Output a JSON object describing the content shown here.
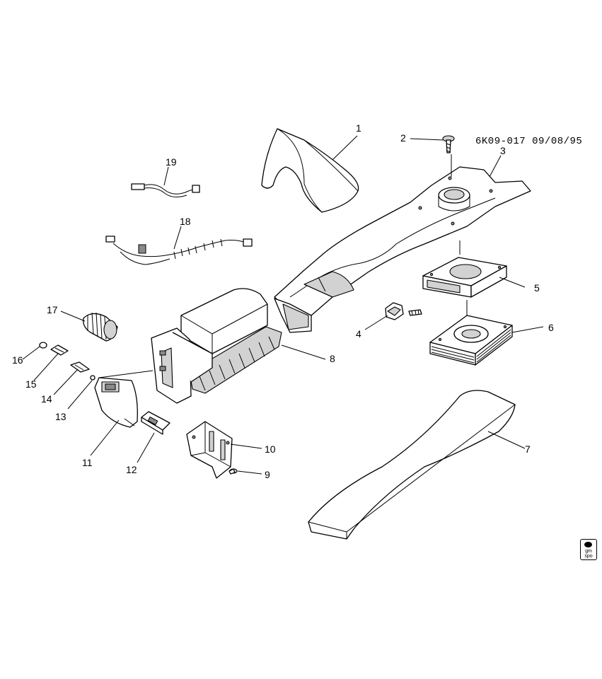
{
  "reference_code": "6K09-017 09/08/95",
  "logo": {
    "line1": "gm",
    "line2": "spo"
  },
  "callouts": [
    {
      "n": "1"
    },
    {
      "n": "2"
    },
    {
      "n": "3"
    },
    {
      "n": "4"
    },
    {
      "n": "5"
    },
    {
      "n": "6"
    },
    {
      "n": "7"
    },
    {
      "n": "8"
    },
    {
      "n": "9"
    },
    {
      "n": "10"
    },
    {
      "n": "11"
    },
    {
      "n": "12"
    },
    {
      "n": "13"
    },
    {
      "n": "14"
    },
    {
      "n": "15"
    },
    {
      "n": "16"
    },
    {
      "n": "17"
    },
    {
      "n": "18"
    },
    {
      "n": "19"
    }
  ]
}
